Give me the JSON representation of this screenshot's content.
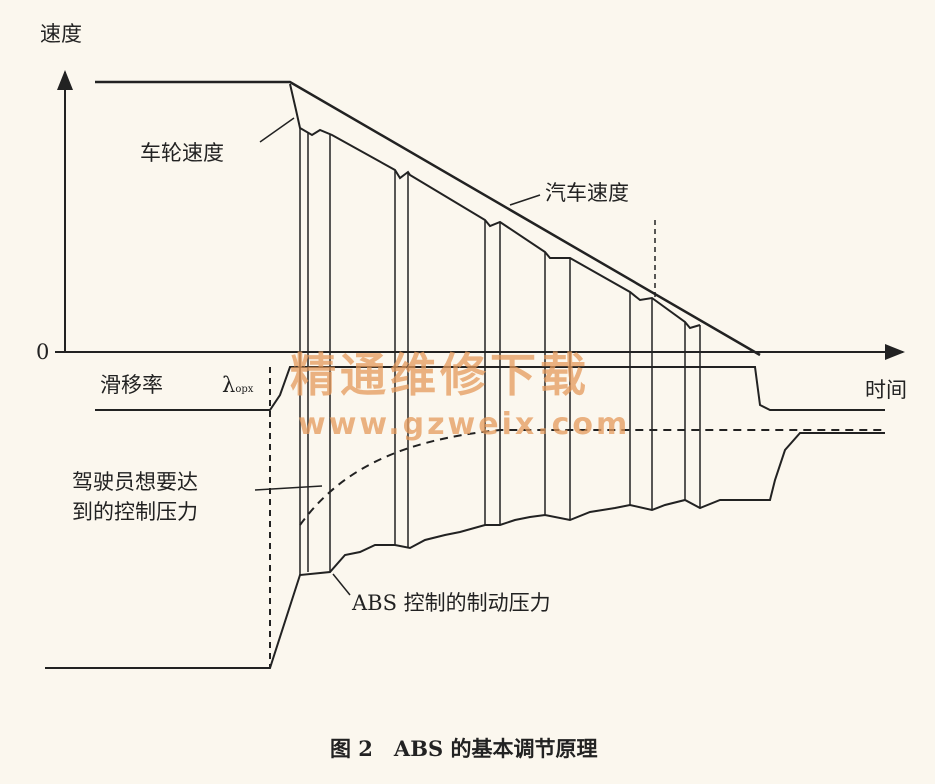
{
  "labels": {
    "y_axis": "速度",
    "wheel_speed": "车轮速度",
    "vehicle_speed": "汽车速度",
    "zero": "0",
    "slip_rate": "滑移率",
    "lambda": "λ",
    "lambda_sub": "opx",
    "x_axis": "时间",
    "driver_pressure_1": "驾驶员想要达",
    "driver_pressure_2": "到的控制压力",
    "abs_pressure": "ABS 控制的制动压力"
  },
  "caption": "图 2　ABS 的基本调节原理",
  "watermark": {
    "title": "精通维修下载",
    "url": "www.gzweix.com"
  },
  "colors": {
    "ink": "#222222",
    "background": "#fbf7ee",
    "watermark": "#e59a5c"
  }
}
